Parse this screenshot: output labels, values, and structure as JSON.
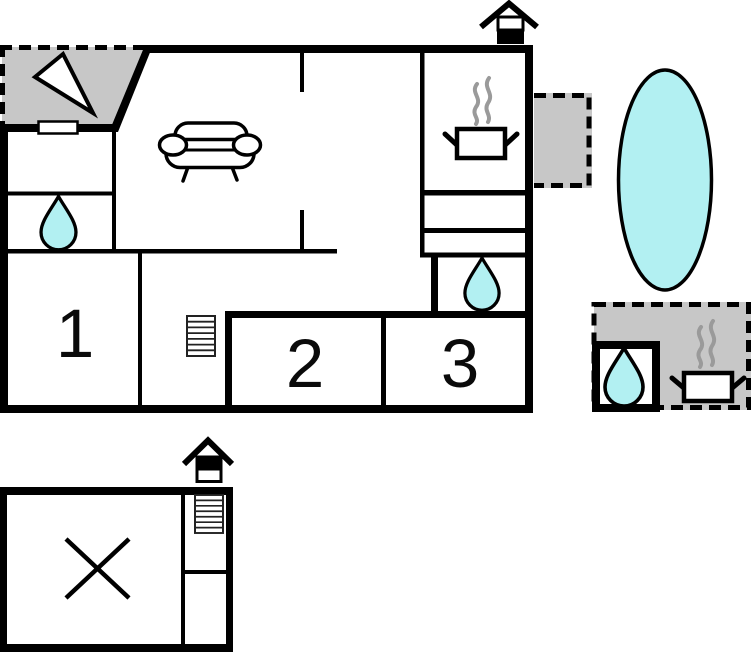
{
  "floorplan": {
    "rooms": {
      "room1": "1",
      "room2": "2",
      "room3": "3"
    }
  },
  "colors": {
    "water": "#b2f0f2",
    "terrace": "#c7c7c7",
    "wall": "#000000",
    "steam": "#9a9a9a"
  },
  "icons": {
    "chimney": "chimney-icon",
    "sofa": "sofa-icon",
    "window": "window-icon",
    "compass_arrow": "compass-arrow-icon",
    "water_drop": "water-drop-icon",
    "stove_pot": "stove-pot-icon",
    "steam": "steam-icon",
    "stairs": "stairs-icon",
    "pond": "pond",
    "x_mark": "x-mark-icon"
  }
}
